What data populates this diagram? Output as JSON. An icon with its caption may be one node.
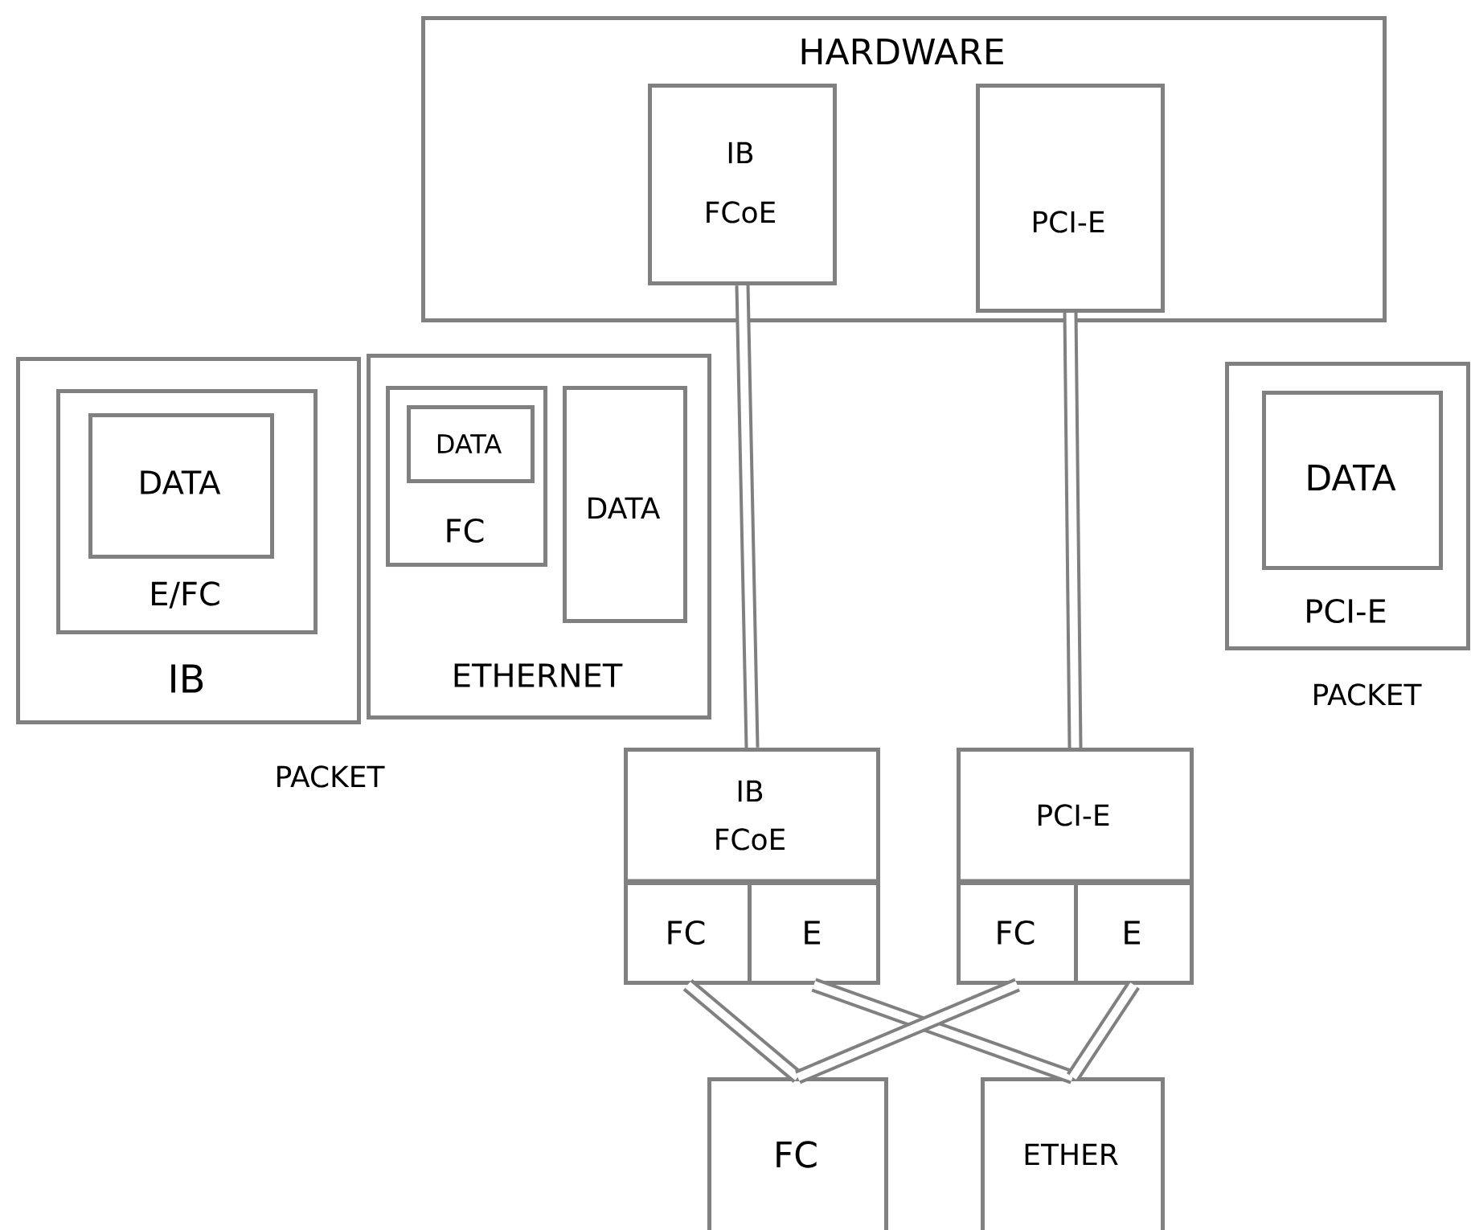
{
  "diagram": {
    "nodes": [
      {
        "text": [
          "HARDWARE"
        ]
      },
      {
        "text": [
          "IB",
          "FCoE"
        ],
        "in": 0
      },
      {
        "text": [
          "PCI-E"
        ],
        "in": 0
      },
      {
        "text": [
          "IB"
        ]
      },
      {
        "text": [
          "E/FC"
        ],
        "in": 3
      },
      {
        "text": [
          "DATA"
        ],
        "in": 4
      },
      {
        "text": [
          "ETHERNET"
        ]
      },
      {
        "text": [
          "FC"
        ],
        "in": 6
      },
      {
        "text": [
          "DATA"
        ],
        "in": 7
      },
      {
        "text": [
          "DATA"
        ],
        "in": 6
      },
      {
        "text": [
          "PCI-E"
        ]
      },
      {
        "text": [
          "DATA"
        ],
        "in": 10
      },
      {
        "text": [
          "IB",
          "FCoE"
        ]
      },
      {
        "text": [
          "FC"
        ],
        "in": 12
      },
      {
        "text": [
          "E"
        ],
        "in": 12
      },
      {
        "text": [
          "PCI-E"
        ]
      },
      {
        "text": [
          "FC"
        ],
        "in": 15
      },
      {
        "text": [
          "E"
        ],
        "in": 15
      },
      {
        "text": [
          "FC"
        ]
      },
      {
        "text": [
          "ETHER"
        ]
      }
    ],
    "edges": [
      {
        "from": 1,
        "to": 12,
        "arrow": "none"
      },
      {
        "from": 2,
        "to": 15,
        "arrow": "none"
      },
      {
        "from": 13,
        "to": 18,
        "arrow": "none"
      },
      {
        "from": 14,
        "to": 19,
        "arrow": "none"
      },
      {
        "from": 16,
        "to": 18,
        "arrow": "none"
      },
      {
        "from": 17,
        "to": 19,
        "arrow": "none"
      }
    ],
    "labels": [
      "PACKET",
      "PACKET"
    ]
  }
}
